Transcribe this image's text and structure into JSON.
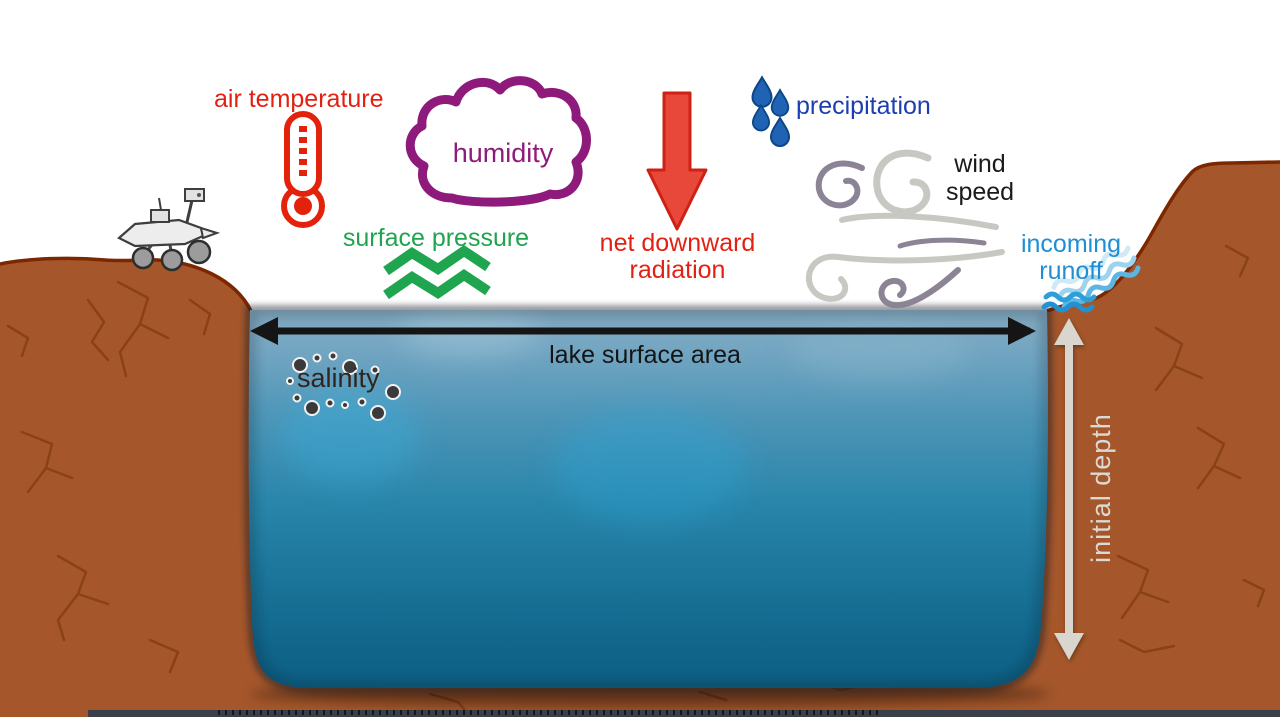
{
  "figure": {
    "description": "Diagram of atmospheric and hydrological inputs to a Mars crater lake model",
    "labels": {
      "air_temperature": "air temperature",
      "humidity": "humidity",
      "surface_pressure": "surface pressure",
      "net_downward_radiation": [
        "net downward",
        "radiation"
      ],
      "precipitation": "precipitation",
      "wind_speed": [
        "wind",
        "speed"
      ],
      "incoming_runoff": [
        "incoming",
        "runoff"
      ],
      "lake_surface_area": "lake surface area",
      "salinity": "salinity",
      "initial_depth": "initial depth"
    },
    "icons": [
      "thermometer-icon",
      "cloud-icon",
      "pressure-waves-icon",
      "down-arrow-icon",
      "raindrops-icon",
      "wind-swirls-icon",
      "runoff-waves-icon",
      "mars-rover-icon",
      "salinity-dots-icon",
      "lake-surface-area-arrow",
      "initial-depth-arrow"
    ],
    "colors": {
      "air_temperature": "#e32112",
      "humidity": "#8e1b7b",
      "surface_pressure": "#1fa44f",
      "net_downward_radiation": "#e32112",
      "radiation_arrow_fill": "#e8483a",
      "precipitation_text": "#1c3eb0",
      "precipitation_drop": "#2063b4",
      "wind_speed_text": "#1a1a1a",
      "wind_swirl_light": "#c8c8c3",
      "wind_swirl_dark": "#8c8494",
      "incoming_runoff": "#1e8fd5",
      "lake_surface_area_text": "#141414",
      "salinity_text": "#33241d",
      "initial_depth_text": "#dcd9d2",
      "lake_gradient_top": "#86abc2",
      "lake_gradient_bottom": "#0d5f84",
      "terrain_fill": "#a5572b",
      "terrain_outline": "#7d2700",
      "terrain_cracks": "#8a4118"
    }
  }
}
